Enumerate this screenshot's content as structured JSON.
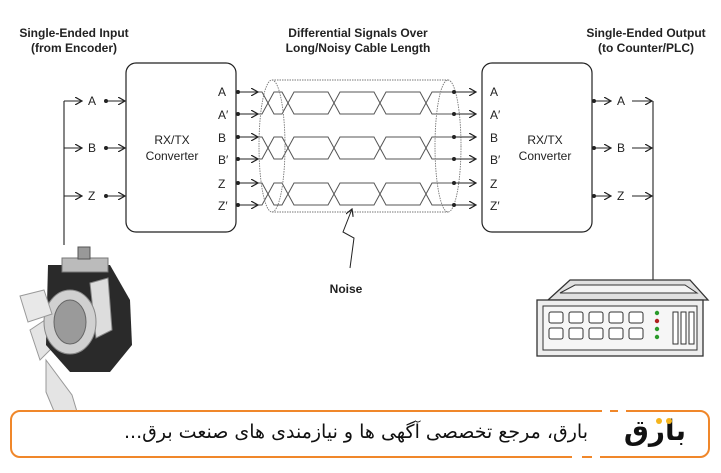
{
  "titles": {
    "input_line1": "Single-Ended Input",
    "input_line2": "(from Encoder)",
    "cable_line1": "Differential Signals Over",
    "cable_line2": "Long/Noisy Cable Length",
    "output_line1": "Single-Ended Output",
    "output_line2": "(to Counter/PLC)"
  },
  "converter_left": {
    "line1": "RX/TX",
    "line2": "Converter"
  },
  "converter_right": {
    "line1": "RX/TX",
    "line2": "Converter"
  },
  "single_signals": [
    "A",
    "B",
    "Z"
  ],
  "diff_signals": [
    "A",
    "A′",
    "B",
    "B′",
    "Z",
    "Z′"
  ],
  "noise_label": "Noise",
  "banner": {
    "text": "بارق، مرجع تخصصی آگهی ها و نیازمندی های صنعت برق...",
    "logo": "بارق",
    "border_color": "#f0872a",
    "logo_accent": "#f5b51d"
  }
}
